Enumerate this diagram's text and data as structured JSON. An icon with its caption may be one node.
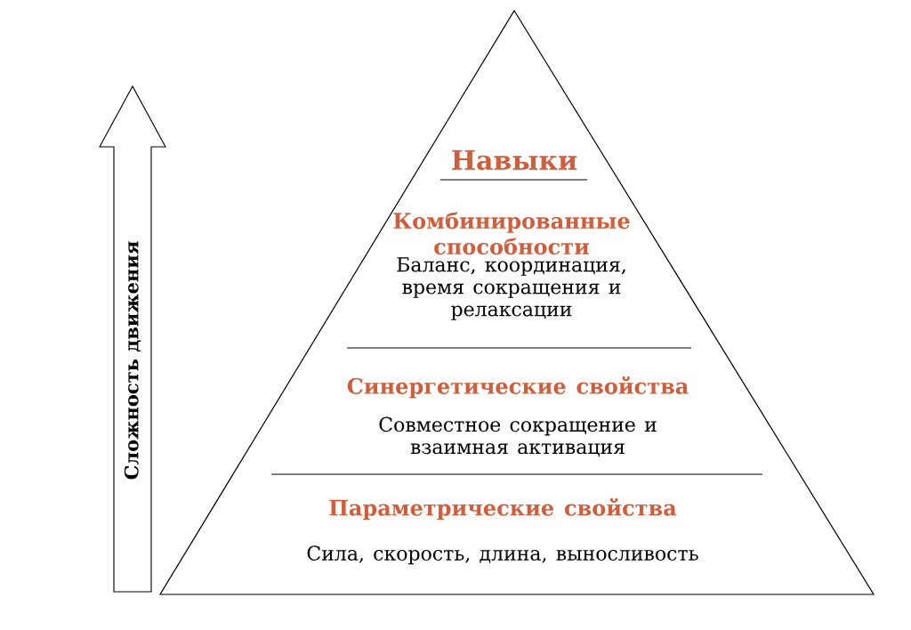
{
  "diagram": {
    "nodes": [
      {
        "text": [],
        "shape": "triangle"
      },
      {
        "text": [
          "Навыки"
        ],
        "in": 0
      },
      {
        "text": [
          "Комбинированные способности",
          "Баланс, координация, время сокращения и релаксации"
        ],
        "in": 0
      },
      {
        "text": [
          "Синергетические свойства",
          "Совместное сокращение и взаимная активация"
        ],
        "in": 0
      },
      {
        "text": [
          "Параметрические свойства",
          "Сила, скорость, длина, выносливость"
        ],
        "in": 0
      },
      {
        "text": [
          "Сложность движения"
        ]
      }
    ],
    "edges": []
  }
}
